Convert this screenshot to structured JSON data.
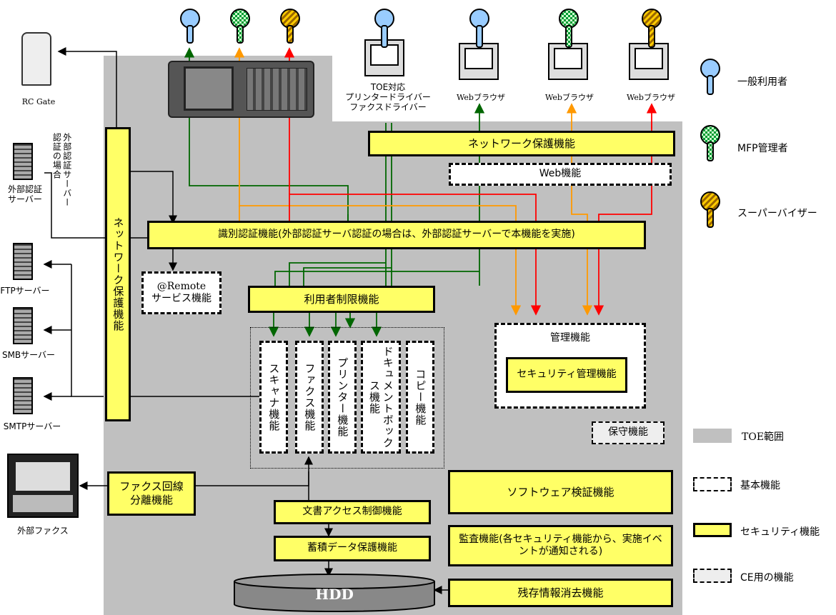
{
  "users": {
    "general": "一般利用者",
    "mfp_admin": "MFP管理者",
    "supervisor": "スーパーバイザー"
  },
  "clients": {
    "toe_driver": "TOE対応\nプリンタードライバー\nファクスドライバー",
    "browser": "Webブラウザ"
  },
  "external": {
    "rc_gate": "RC Gate",
    "auth_server": "外部認証\nサーバー",
    "auth_note": "外部認証サーバー\n認証の場合",
    "ftp": "FTPサーバー",
    "smb": "SMBサーバー",
    "smtp": "SMTPサーバー",
    "fax": "外部ファクス"
  },
  "functions": {
    "network_protect_top": "ネットワーク保護機能",
    "network_protect_side": "ネットワーク保護機能",
    "web": "Web機能",
    "auth": "識別認証機能(外部認証サーバ認証の場合は、外部認証サーバーで本機能を実施)",
    "remote": "@Remote\nサービス機能",
    "user_limit": "利用者制限機能",
    "scanner": "スキャナ機能",
    "fax": "ファクス機能",
    "printer": "プリンター機能",
    "docbox": "ドキュメントボックス機能",
    "copy": "コピー機能",
    "admin": "管理機能",
    "security_admin": "セキュリティ管理機能",
    "maintenance": "保守機能",
    "fax_line": "ファクス回線\n分離機能",
    "doc_access": "文書アクセス制御機能",
    "storage_protect": "蓄積データ保護機能",
    "hdd": "HDD",
    "sw_verify": "ソフトウェア検証機能",
    "audit": "監査機能(各セキュリティ機能から、実施イベントが通知される)",
    "residual_erase": "残存情報消去機能"
  },
  "legend": {
    "toe": "TOE範囲",
    "basic": "基本機能",
    "security": "セキュリティ機能",
    "ce": "CE用の機能"
  },
  "colors": {
    "general": "#99ccff",
    "admin_line": "#ff9900",
    "supervisor_line": "#ff0000",
    "user_line": "#006600",
    "security_fill": "#ffff66",
    "toe_fill": "#c0c0c0"
  }
}
